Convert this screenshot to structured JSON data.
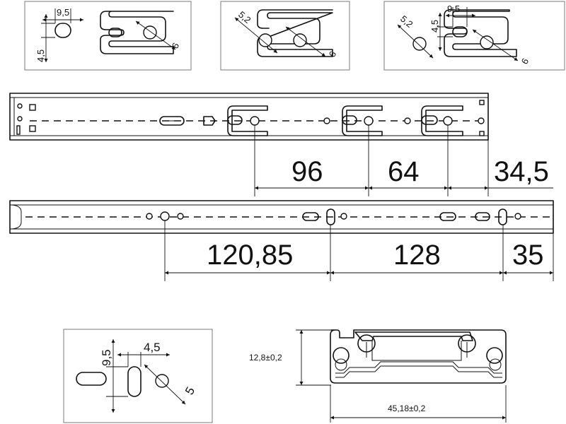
{
  "detail_top_left": {
    "width": "9,5",
    "height": "4,5",
    "hole": "6"
  },
  "detail_top_middle": {
    "left": "5,2",
    "hole": "6"
  },
  "detail_top_right": {
    "left": "5,2",
    "height": "4,5",
    "width": "9,5",
    "hole": "6"
  },
  "rail_upper_dims": {
    "first": "96",
    "second": "64",
    "third": "34,5"
  },
  "rail_lower_dims": {
    "first": "120,85",
    "second": "128",
    "third": "35"
  },
  "detail_bottom_left": {
    "height": "9,5",
    "width": "4,5",
    "hole": "5"
  },
  "cross_section": {
    "height": "12,8±0,2",
    "width": "45,18±0,2"
  }
}
